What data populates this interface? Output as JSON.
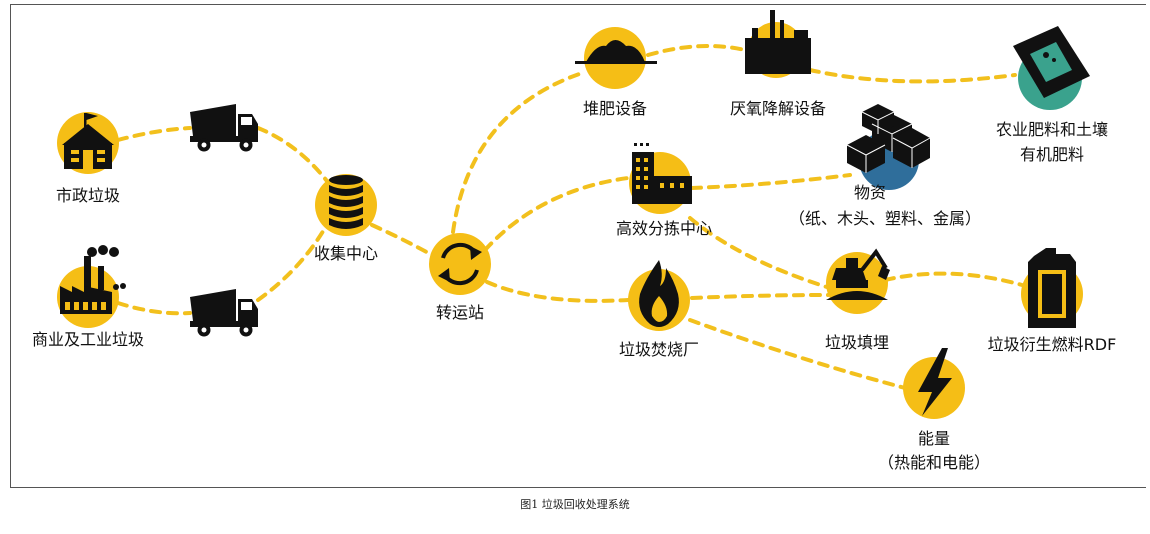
{
  "nodes": {
    "municipal_waste": "市政垃圾",
    "commercial_industrial_waste": "商业及工业垃圾",
    "collection_center": "收集中心",
    "transfer_station": "转运站",
    "composting_facility": "堆肥设备",
    "anaerobic_digestion": "厌氧降解设备",
    "agri_fertilizer_line1": "农业肥料和土壤",
    "agri_fertilizer_line2": "有机肥料",
    "sorting_center": "高效分拣中心",
    "materials_line1": "物资",
    "materials_line2": "（纸、木头、塑料、金属）",
    "incineration_plant": "垃圾焚烧厂",
    "landfill": "垃圾填埋",
    "rdf": "垃圾衍生燃料RDF",
    "energy_line1": "能量",
    "energy_line2": "（热能和电能）"
  },
  "caption": "图1 垃圾回收处理系统",
  "colors": {
    "accent": "#f5be16",
    "dash": "#f2c01d",
    "icon": "#111111",
    "teal": "#3aa28d",
    "blue": "#2f6e9b"
  }
}
